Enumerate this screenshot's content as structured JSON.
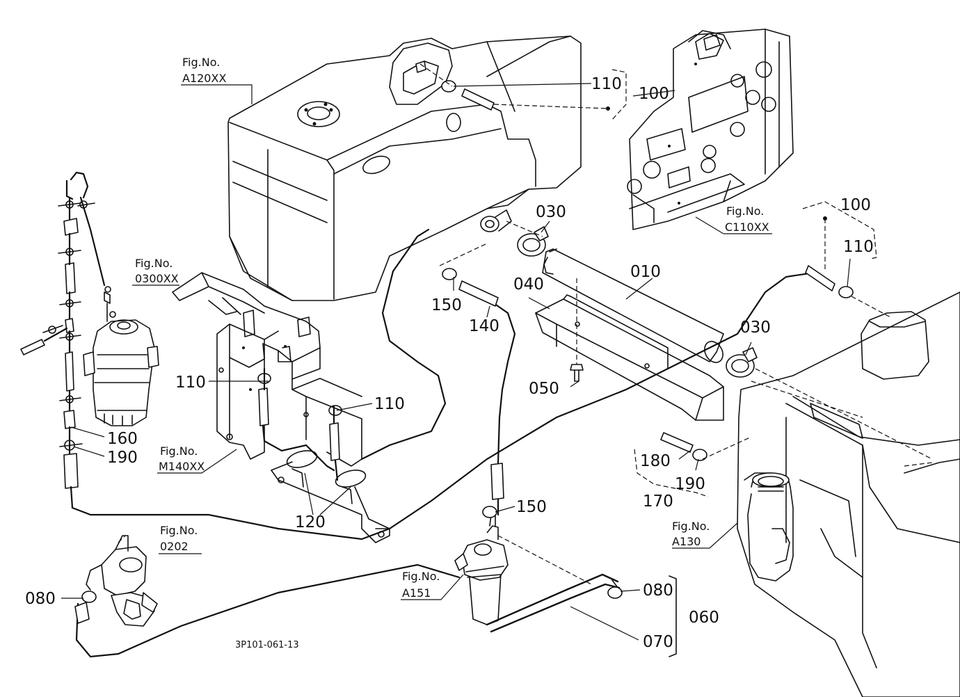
{
  "drawing_number": "3P101-061-13",
  "part_numbers": {
    "p010": "010",
    "p030a": "030",
    "p030b": "030",
    "p040": "040",
    "p050": "050",
    "p060": "060",
    "p070": "070",
    "p080a": "080",
    "p080b": "080",
    "p100a": "100",
    "p100b": "100",
    "p110a": "110",
    "p110b": "110",
    "p110c": "110",
    "p110d": "110",
    "p120": "120",
    "p140": "140",
    "p150a": "150",
    "p150b": "150",
    "p160": "160",
    "p170": "170",
    "p180": "180",
    "p190a": "190",
    "p190b": "190"
  },
  "figure_refs": {
    "fig_label": "Fig.No.",
    "tank": "A120XX",
    "filter": "0300XX",
    "bracket": "M140XX",
    "engine": "C110XX",
    "right_tank": "A130",
    "pump": "0202",
    "sediment_bowl": "A151"
  }
}
